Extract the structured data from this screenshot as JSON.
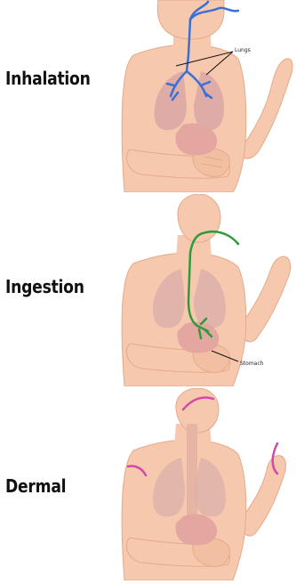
{
  "colors": {
    "skin": "#f6c9ae",
    "skin_outline": "#e5a988",
    "organ": "#e3a6a0",
    "organ_dark": "#d48f8a",
    "inhalation_path": "#3a6fd6",
    "ingestion_path": "#2e9b3a",
    "dermal_path": "#d04aa6"
  },
  "panels": [
    {
      "route": "Inhalation",
      "annotation": "Lungs",
      "path_icon": "airway-path-icon"
    },
    {
      "route": "Ingestion",
      "annotation": "Stomach",
      "path_icon": "digestive-path-icon"
    },
    {
      "route": "Dermal",
      "annotation": "",
      "path_icon": "skin-contact-icon"
    }
  ]
}
